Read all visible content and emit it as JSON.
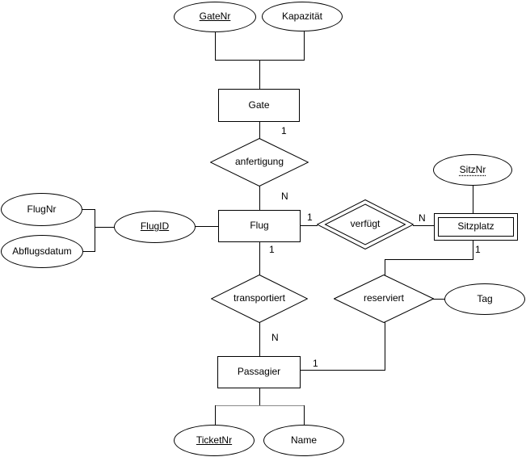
{
  "diagram": {
    "type": "er-diagram",
    "language": "de",
    "colors": {
      "stroke": "#000000",
      "text": "#000000",
      "canvas": "#ffffff"
    },
    "nodes": {
      "gate": {
        "label": "Gate",
        "kind": "entity"
      },
      "flug": {
        "label": "Flug",
        "kind": "entity"
      },
      "sitzplatz": {
        "label": "Sitzplatz",
        "kind": "weak-entity"
      },
      "passagier": {
        "label": "Passagier",
        "kind": "entity"
      },
      "anfertigung": {
        "label": "anfertigung",
        "kind": "relationship"
      },
      "verfuegt": {
        "label": "verfügt",
        "kind": "identifying-relationship"
      },
      "transportiert": {
        "label": "transportiert",
        "kind": "relationship"
      },
      "reserviert": {
        "label": "reserviert",
        "kind": "relationship"
      },
      "gatenr": {
        "label": "GateNr",
        "kind": "attribute",
        "key": "primary"
      },
      "kapazitaet": {
        "label": "Kapazität",
        "kind": "attribute"
      },
      "flugnr": {
        "label": "FlugNr",
        "kind": "attribute"
      },
      "abflugsdatum": {
        "label": "Abflugsdatum",
        "kind": "attribute"
      },
      "flugid": {
        "label": "FlugID",
        "kind": "attribute",
        "key": "primary"
      },
      "sitznr": {
        "label": "SitzNr",
        "kind": "attribute",
        "key": "partial"
      },
      "tag": {
        "label": "Tag",
        "kind": "attribute"
      },
      "ticketnr": {
        "label": "TicketNr",
        "kind": "attribute",
        "key": "primary"
      },
      "name": {
        "label": "Name",
        "kind": "attribute"
      }
    },
    "cardinalities": {
      "gate_anfertigung": "1",
      "anfertigung_flug": "N",
      "flug_verfuegt": "1",
      "verfuegt_sitzplatz": "N",
      "flug_transportiert": "1",
      "transportiert_passagier": "N",
      "sitzplatz_reserviert": "1",
      "reserviert_passagier": "1"
    }
  }
}
